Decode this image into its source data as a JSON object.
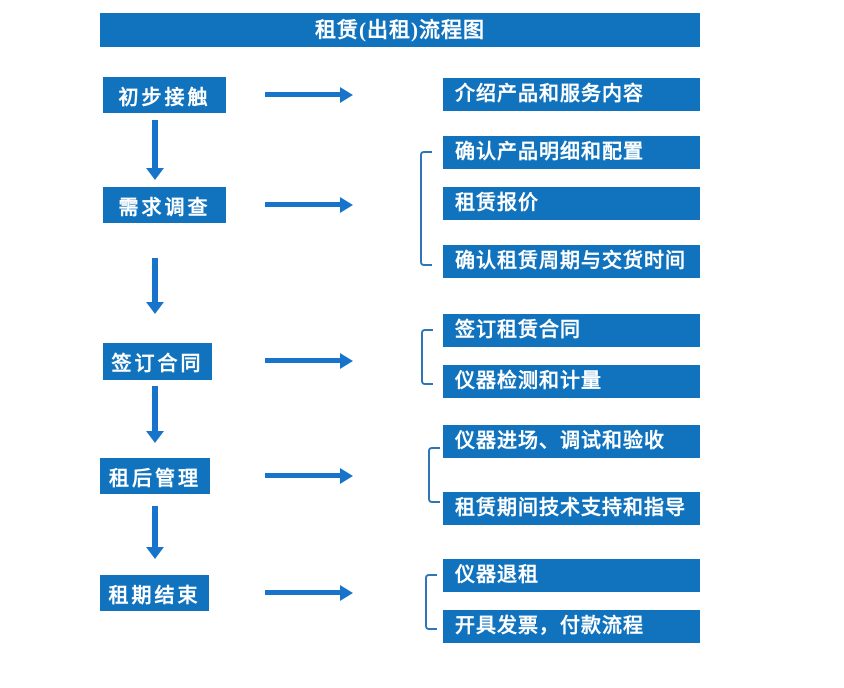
{
  "title": "租赁(出租)流程图",
  "colors": {
    "box_fill": "#1173BD",
    "arrow": "#1874CB",
    "bracket": "#2E75B6",
    "text": "#FFFFFF"
  },
  "left_steps": [
    {
      "label": "初步接触"
    },
    {
      "label": "需求调查"
    },
    {
      "label": "签订合同"
    },
    {
      "label": "租后管理"
    },
    {
      "label": "租期结束"
    }
  ],
  "right_groups": [
    {
      "items": [
        "介绍产品和服务内容"
      ]
    },
    {
      "items": [
        "确认产品明细和配置",
        "租赁报价",
        "确认租赁周期与交货时间"
      ]
    },
    {
      "items": [
        "签订租赁合同",
        "仪器检测和计量"
      ]
    },
    {
      "items": [
        "仪器进场、调试和验收",
        "租赁期间技术支持和指导"
      ]
    },
    {
      "items": [
        "仪器退租",
        "开具发票，付款流程"
      ]
    }
  ]
}
